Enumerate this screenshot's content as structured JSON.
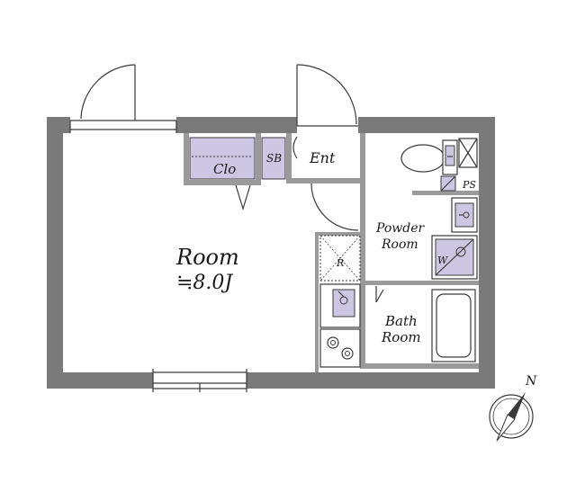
{
  "labels": {
    "room_name": "Room",
    "room_size": "≒8.0J",
    "closet": "Clo",
    "shoe_box": "SB",
    "entrance": "Ent",
    "powder_room_line1": "Powder",
    "powder_room_line2": "Room",
    "bath_line1": "Bath",
    "bath_line2": "Room",
    "pipe_space": "PS",
    "refrigerator": "R",
    "washer": "W",
    "north": "N"
  },
  "colors": {
    "wall": "#7a7a7a",
    "storage_fill": "#cdc6e2",
    "line": "#3a3a3a"
  }
}
